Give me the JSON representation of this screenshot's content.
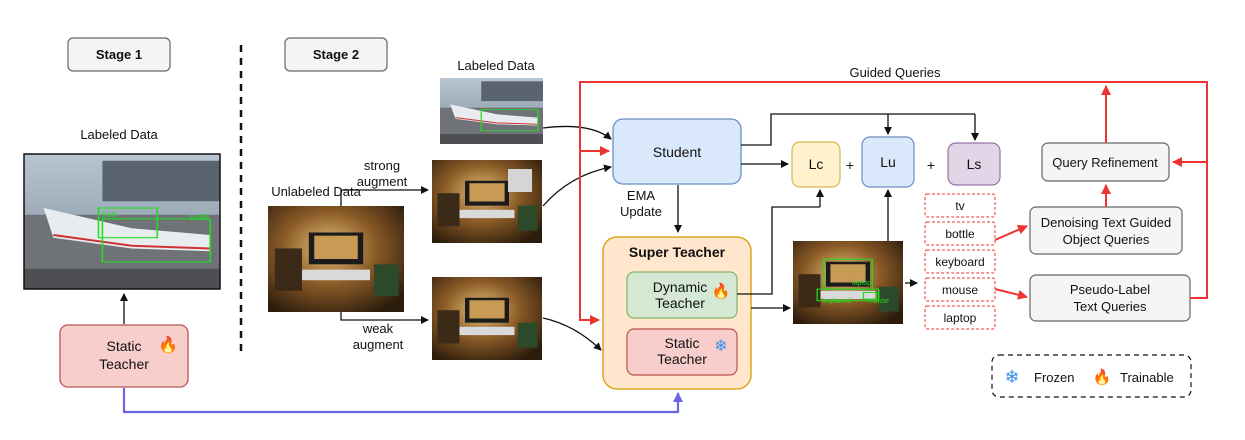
{
  "stage1": {
    "label": "Stage 1"
  },
  "stage2": {
    "label": "Stage 2"
  },
  "labeled_data_left": {
    "title": "Labeled Data",
    "detection_labels": [
      "train",
      "traffic"
    ]
  },
  "labeled_data_top": {
    "title": "Labeled Data"
  },
  "unlabeled_data": {
    "title": "Unlabeled Data"
  },
  "strong_augment": {
    "line1": "strong",
    "line2": "augment"
  },
  "weak_augment": {
    "line1": "weak",
    "line2": "augment"
  },
  "static_teacher_stage1": {
    "line1": "Static",
    "line2": "Teacher"
  },
  "student": {
    "label": "Student"
  },
  "ema_update": {
    "line1": "EMA",
    "line2": "Update"
  },
  "super_teacher": {
    "title": "Super Teacher",
    "dynamic_teacher": {
      "line1": "Dynamic",
      "line2": "Teacher"
    },
    "static_teacher": {
      "line1": "Static",
      "line2": "Teacher"
    }
  },
  "losses": {
    "lc": "Lc",
    "lu": "Lu",
    "ls": "Ls",
    "plus": "+"
  },
  "pseudo_labels_image": {
    "detection_labels": [
      "laptop",
      "keyboard",
      "mouse"
    ]
  },
  "text_queries": [
    "tv",
    "bottle",
    "keyboard",
    "mouse",
    "laptop"
  ],
  "guided_queries": {
    "label": "Guided Queries"
  },
  "query_refinement": {
    "label": "Query Refinement"
  },
  "denoising": {
    "line1": "Denoising Text Guided",
    "line2": "Object Queries"
  },
  "pseudo_label_text_queries": {
    "line1": "Pseudo-Label",
    "line2": "Text Queries"
  },
  "legend": {
    "frozen": "Frozen",
    "trainable": "Trainable"
  },
  "colors": {
    "student": "#dae8fc",
    "student_border": "#6c8ebf",
    "static_teacher": "#f8cecc",
    "static_border": "#b85450",
    "dynamic_teacher": "#d5e8d4",
    "dynamic_border": "#82b366",
    "super_teacher": "#ffe6cc",
    "super_border": "#d79b00",
    "lc": "#fff2cc",
    "lc_border": "#d6b656",
    "ls": "#e1d5e7",
    "ls_border": "#9673a6",
    "guided_arrow": "#ee3333",
    "teacher_link": "#6b66e8"
  }
}
